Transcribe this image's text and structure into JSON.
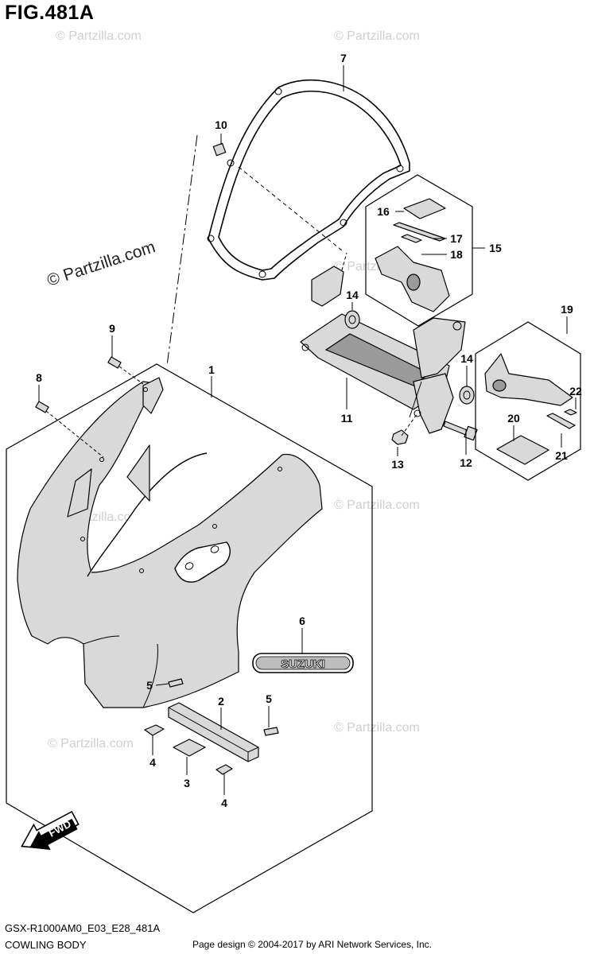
{
  "figure": {
    "title": "FIG.481A",
    "model_code": "GSX-R1000AM0_E03_E28_481A",
    "section_name": "COWLING BODY",
    "credit": "Page design © 2004-2017 by ARI Network Services, Inc."
  },
  "watermark": {
    "main_text": "© Partzilla.com",
    "faint_text": "© Partzilla.com"
  },
  "emblem": {
    "text": "SUZUKI"
  },
  "fwd_arrow": {
    "label": "FWD"
  },
  "callouts": [
    "1",
    "2",
    "3",
    "4",
    "4",
    "5",
    "5",
    "6",
    "7",
    "8",
    "9",
    "10",
    "11",
    "12",
    "13",
    "14",
    "14",
    "15",
    "16",
    "17",
    "18",
    "19",
    "20",
    "21",
    "22"
  ]
}
